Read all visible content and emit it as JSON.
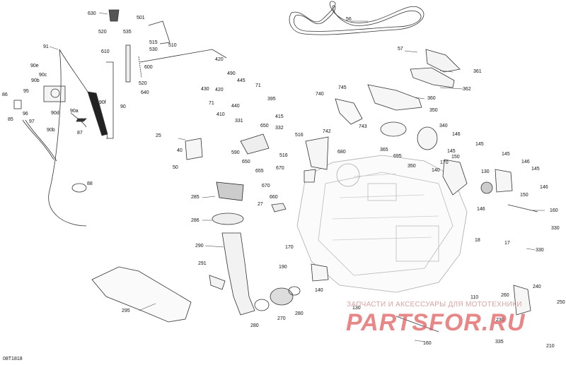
{
  "diagram": {
    "code": "08T1818",
    "watermark": {
      "caption": "ЗАПЧАСТИ И АКСЕССУАРЫ ДЛЯ МОТОТЕХНИКИ",
      "logo": "PARTSFOR.RU"
    }
  },
  "callouts": [
    "630",
    "501",
    "520",
    "535",
    "610",
    "515",
    "530",
    "510",
    "600",
    "91",
    "90e",
    "90c",
    "90b",
    "86",
    "95",
    "96",
    "85",
    "90d",
    "97",
    "90b",
    "87",
    "90a",
    "90f",
    "90",
    "520",
    "640",
    "420",
    "490",
    "445",
    "430",
    "420",
    "71",
    "71",
    "440",
    "410",
    "395",
    "56",
    "57",
    "361",
    "362",
    "360",
    "740",
    "745",
    "350",
    "340",
    "743",
    "742",
    "365",
    "415",
    "332",
    "650",
    "331",
    "25",
    "40",
    "50",
    "590",
    "650",
    "655",
    "516",
    "516",
    "680",
    "670",
    "670",
    "660",
    "695",
    "350",
    "146",
    "145",
    "145",
    "150",
    "170",
    "140",
    "130",
    "145",
    "146",
    "150",
    "146",
    "145",
    "146",
    "88",
    "285",
    "286",
    "27",
    "290",
    "291",
    "170",
    "190",
    "140",
    "280",
    "270",
    "280",
    "295",
    "18",
    "17",
    "330",
    "330",
    "160",
    "110",
    "260",
    "240",
    "250",
    "130",
    "230",
    "160",
    "335",
    "210"
  ]
}
